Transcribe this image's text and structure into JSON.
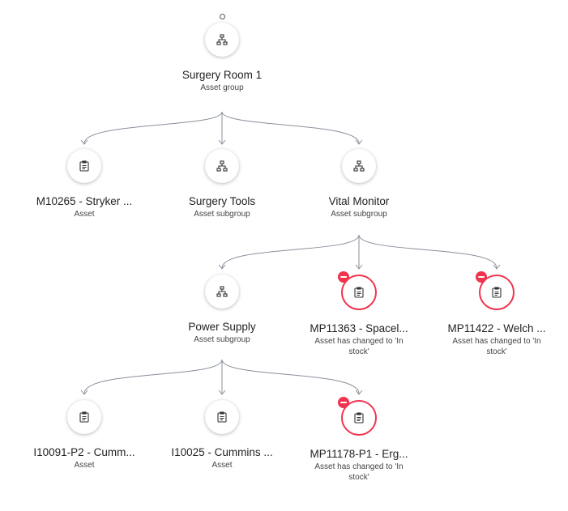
{
  "nodes": {
    "surgery_room": {
      "title": "Surgery Room 1",
      "subtitle": "Asset group",
      "icon": "hierarchy-icon"
    },
    "m10265": {
      "title": "M10265 - Stryker ...",
      "subtitle": "Asset",
      "icon": "clipboard-icon"
    },
    "surgery_tools": {
      "title": "Surgery Tools",
      "subtitle": "Asset subgroup",
      "icon": "hierarchy-icon"
    },
    "vital_monitor": {
      "title": "Vital Monitor",
      "subtitle": "Asset subgroup",
      "icon": "hierarchy-icon"
    },
    "power_supply": {
      "title": "Power Supply",
      "subtitle": "Asset subgroup",
      "icon": "hierarchy-icon"
    },
    "mp11363": {
      "title": "MP11363 - Spacel...",
      "subtitle": "Asset has changed to 'In stock'",
      "icon": "clipboard-icon"
    },
    "mp11422": {
      "title": "MP11422 - Welch ...",
      "subtitle": "Asset has changed to 'In stock'",
      "icon": "clipboard-icon"
    },
    "i10091": {
      "title": "I10091-P2 - Cumm...",
      "subtitle": "Asset",
      "icon": "clipboard-icon"
    },
    "i10025": {
      "title": "I10025 - Cummins ...",
      "subtitle": "Asset",
      "icon": "clipboard-icon"
    },
    "mp11178": {
      "title": "MP11178-P1 - Erg...",
      "subtitle": "Asset has changed to 'In stock'",
      "icon": "clipboard-icon"
    }
  },
  "colors": {
    "alert": "#f2334f",
    "connector": "#8a8f9a"
  }
}
